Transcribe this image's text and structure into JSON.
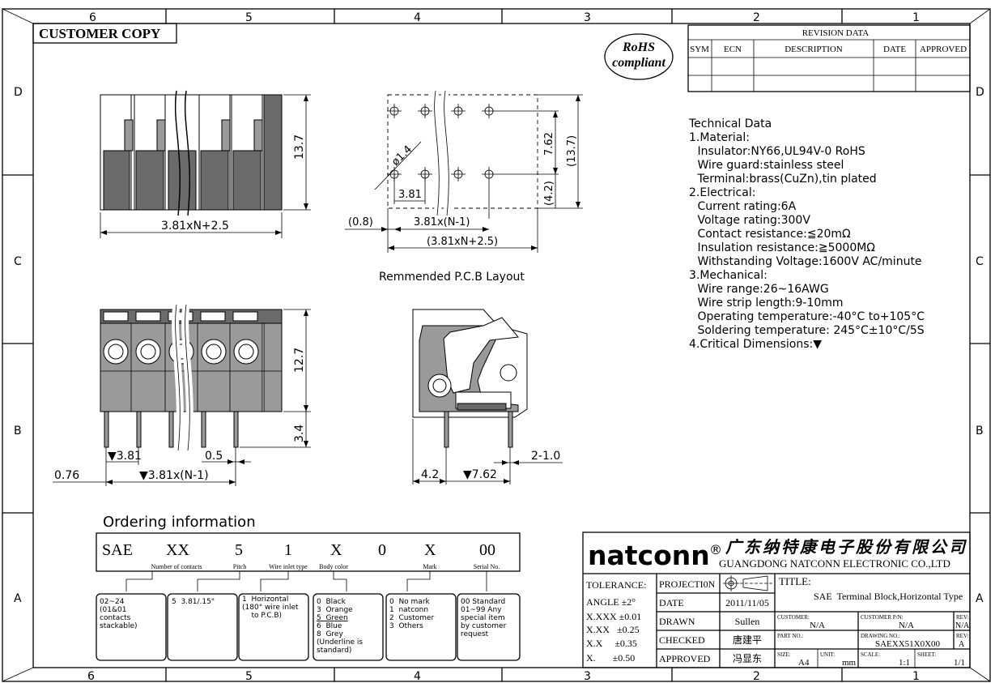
{
  "frame": {
    "zones_top": [
      "6",
      "5",
      "4",
      "3",
      "2",
      "1"
    ],
    "zones_bottom": [
      "6",
      "5",
      "4",
      "3",
      "2",
      "1"
    ],
    "zones_left": [
      "D",
      "C",
      "B",
      "A"
    ],
    "zones_right": [
      "D",
      "C",
      "B",
      "A"
    ]
  },
  "customer_copy": "CUSTOMER COPY",
  "rohs": {
    "line1": "RoHS",
    "line2": "compliant"
  },
  "revision": {
    "title": "REVISION DATA",
    "headers": [
      "SYM",
      "ECN",
      "DESCRIPTION",
      "DATE",
      "APPROVED"
    ]
  },
  "technical": {
    "lines": [
      "Technical Data",
      "1.Material:",
      " Insulator:NY66,UL94V-0 RoHS",
      " Wire guard:stainless steel",
      " Terminal:brass(CuZn),tin plated",
      "2.Electrical:",
      " Current rating:6A",
      " Voltage rating:300V",
      " Contact resistance:≦20mΩ",
      " Insulation resistance:≧5000MΩ",
      " Withstanding Voltage:1600V AC/minute",
      "3.Mechanical:",
      " Wire range:26~16AWG",
      " Wire strip length:9-10mm",
      " Operating temperature:-40°C to+105°C",
      " Soldering temperature: 245°C±10°C/5S",
      "4.Critical Dimensions:▼"
    ]
  },
  "dims": {
    "front_width": "3.81xN+2.5",
    "front_height": "13.7",
    "pcb_dia": "ø1.4",
    "pcb_pitch": "3.81",
    "pcb_offset": "(0.8)",
    "pcb_n1": "3.81x(N-1)",
    "pcb_total": "(3.81xN+2.5)",
    "pcb_762": "7.62",
    "pcb_137": "(13.7)",
    "pcb_42": "(4.2)",
    "pcb_caption": "Remmended P.C.B Layout",
    "side_127": "12.7",
    "side_34": "3.4",
    "side_381": "▼3.81",
    "side_05": "0.5",
    "side_076": "0.76",
    "side_n1": "▼3.81x(N-1)",
    "prof_42": "4.2",
    "prof_762": "▼7.62",
    "prof_210": "2-1.0"
  },
  "ordering": {
    "title": "Ordering information",
    "codes": [
      "SAE",
      "XX",
      "5",
      "1",
      "X",
      "0",
      "X",
      "00"
    ],
    "labels": [
      "Number of contacts",
      "Pitch",
      "Wire inlet type",
      "Body color",
      "Mark",
      "Serial No."
    ],
    "boxes": [
      [
        "02~24",
        "(01&01",
        "contacts",
        "stackable)"
      ],
      [
        "5  3.81/.15\""
      ],
      [
        "1  Horizontal",
        "(180° wire inlet",
        "    to P.C.B)"
      ],
      [
        "0  Black",
        "3  Orange",
        "5  Green",
        "6  Blue",
        "8  Grey",
        "(Underline is",
        "standard)"
      ],
      [
        "0  No mark",
        "1  natconn",
        "2  Customer",
        "3  Others"
      ],
      [
        "00 Standard",
        "01~99 Any",
        "special item",
        "by customer",
        "request"
      ]
    ]
  },
  "titleblock": {
    "logo": "natconn",
    "reg": "®",
    "company_cn": "广东纳特康电子股份有限公司",
    "company_en": "GUANGDONG NATCONN ELECTRONIC CO.,LTD",
    "tolerance": [
      "TOLERANCE:",
      "ANGLE ±2°",
      "X.XXX ±0.01",
      "X.XX   ±0.25",
      "X.X     ±0.35",
      "X.       ±0.50"
    ],
    "projection": "PROJECTI0N",
    "date_label": "DATE",
    "date_value": "2011/11/05",
    "drawn_label": "DRAWN",
    "drawn_value": "Sullen",
    "checked_label": "CHECKED",
    "checked_value": "唐建平",
    "approved_label": "APPROVED",
    "approved_value": "冯显东",
    "title_label": "TITLE:",
    "title_value": "SAE  Terminal Block,Horizontal Type",
    "rev_label": "REV:",
    "customer_label": "CUSTOMER:",
    "customer_value": "N/A",
    "customer_pn_label": "CUSTOMER P/N:",
    "customer_pn_value": "N/A",
    "rev1_value": "N/A",
    "partno_label": "PART NO.:",
    "drawingno_label": "DRAWING NO.:",
    "drawingno_value": "SAEXX51X0X00",
    "rev2_value": "A",
    "size_label": "SIZE:",
    "size_value": "A4",
    "unit_label": "UNIT:",
    "unit_value": "mm",
    "scale_label": "SCALE:",
    "scale_value": "1:1",
    "sheet_label": "SHEET:",
    "sheet_value": "1/1"
  }
}
